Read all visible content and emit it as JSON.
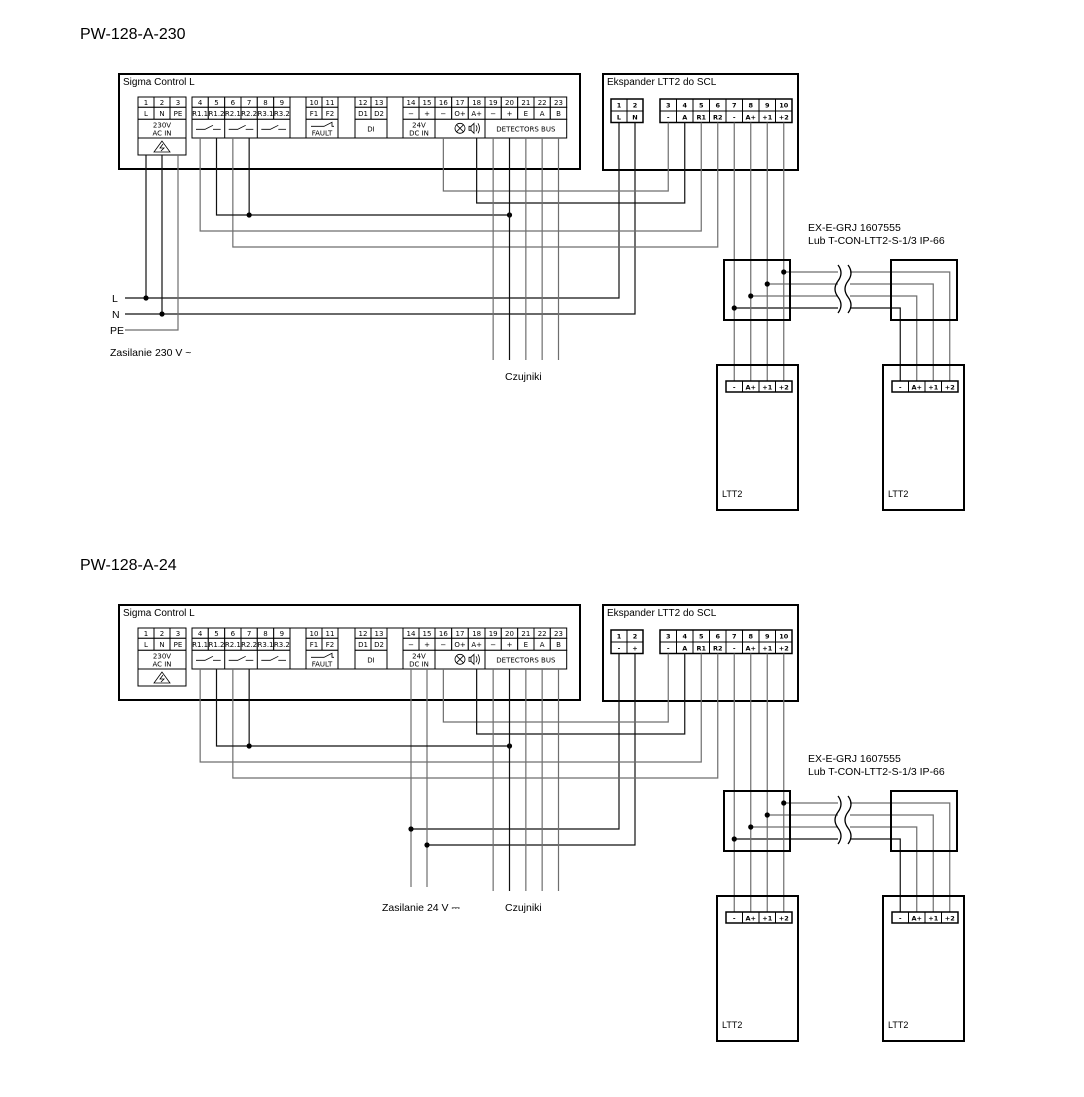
{
  "diagrams": [
    {
      "title": "PW-128-A-230",
      "controller": {
        "title": "Sigma Control L",
        "groups": [
          {
            "nums": [
              "1",
              "2",
              "3"
            ],
            "labels": [
              "L",
              "N",
              "PE"
            ],
            "caption": [
              "230V",
              "AC IN"
            ],
            "icon": "hazard-icon"
          },
          {
            "nums": [
              "4",
              "5",
              "6",
              "7",
              "8",
              "9"
            ],
            "labels": [
              "R1.1",
              "R1.2",
              "R2.1",
              "R2.2",
              "R3.1",
              "R3.2"
            ],
            "icon": "relay-contact-icon"
          },
          {
            "nums": [
              "10",
              "11"
            ],
            "labels": [
              "F1",
              "F2"
            ],
            "caption": [
              "FAULT"
            ],
            "icon": "nc-contact-icon"
          },
          {
            "nums": [
              "12",
              "13"
            ],
            "labels": [
              "D1",
              "D2"
            ],
            "caption": [
              "DI"
            ]
          },
          {
            "nums": [
              "14",
              "15"
            ],
            "labels": [
              "−",
              "+"
            ],
            "caption": [
              "24V",
              "DC IN"
            ]
          },
          {
            "nums": [
              "16",
              "17",
              "18"
            ],
            "labels": [
              "−",
              "O+",
              "A+"
            ],
            "icon": "lamp-speaker-icon"
          },
          {
            "nums": [
              "19",
              "20",
              "21",
              "22",
              "23"
            ],
            "labels": [
              "−",
              "+",
              "E",
              "A",
              "B"
            ],
            "caption": [
              "DETECTORS BUS"
            ]
          }
        ]
      },
      "expander": {
        "title": "Ekspander LTT2 do SCL",
        "power_terminals": [
          {
            "num": "1",
            "label": "L"
          },
          {
            "num": "2",
            "label": "N"
          }
        ],
        "bus_terminals": [
          {
            "num": "3",
            "label": "-"
          },
          {
            "num": "4",
            "label": "A"
          },
          {
            "num": "5",
            "label": "R1"
          },
          {
            "num": "6",
            "label": "R2"
          },
          {
            "num": "7",
            "label": "-"
          },
          {
            "num": "8",
            "label": "A+"
          },
          {
            "num": "9",
            "label": "+1"
          },
          {
            "num": "10",
            "label": "+2"
          }
        ]
      },
      "junction_label": [
        "EX-E-GRJ 1607555",
        "Lub T-CON-LTT2-S-1/3 IP-66"
      ],
      "ltt2": {
        "label": "LTT2",
        "terminals": [
          "-",
          "A+",
          "+1",
          "+2"
        ]
      },
      "mains_labels": [
        "L",
        "N",
        "PE"
      ],
      "supply_label": "Zasilanie 230 V ~",
      "sensors_label": "Czujniki"
    },
    {
      "title": "PW-128-A-24",
      "controller": {
        "title": "Sigma Control L",
        "groups": [
          {
            "nums": [
              "1",
              "2",
              "3"
            ],
            "labels": [
              "L",
              "N",
              "PE"
            ],
            "caption": [
              "230V",
              "AC IN"
            ],
            "icon": "hazard-icon"
          },
          {
            "nums": [
              "4",
              "5",
              "6",
              "7",
              "8",
              "9"
            ],
            "labels": [
              "R1.1",
              "R1.2",
              "R2.1",
              "R2.2",
              "R3.1",
              "R3.2"
            ],
            "icon": "relay-contact-icon"
          },
          {
            "nums": [
              "10",
              "11"
            ],
            "labels": [
              "F1",
              "F2"
            ],
            "caption": [
              "FAULT"
            ],
            "icon": "nc-contact-icon"
          },
          {
            "nums": [
              "12",
              "13"
            ],
            "labels": [
              "D1",
              "D2"
            ],
            "caption": [
              "DI"
            ]
          },
          {
            "nums": [
              "14",
              "15"
            ],
            "labels": [
              "−",
              "+"
            ],
            "caption": [
              "24V",
              "DC IN"
            ]
          },
          {
            "nums": [
              "16",
              "17",
              "18"
            ],
            "labels": [
              "−",
              "O+",
              "A+"
            ],
            "icon": "lamp-speaker-icon"
          },
          {
            "nums": [
              "19",
              "20",
              "21",
              "22",
              "23"
            ],
            "labels": [
              "−",
              "+",
              "E",
              "A",
              "B"
            ],
            "caption": [
              "DETECTORS BUS"
            ]
          }
        ]
      },
      "expander": {
        "title": "Ekspander LTT2 do SCL",
        "power_terminals": [
          {
            "num": "1",
            "label": "-"
          },
          {
            "num": "2",
            "label": "+"
          }
        ],
        "bus_terminals": [
          {
            "num": "3",
            "label": "-"
          },
          {
            "num": "4",
            "label": "A"
          },
          {
            "num": "5",
            "label": "R1"
          },
          {
            "num": "6",
            "label": "R2"
          },
          {
            "num": "7",
            "label": "-"
          },
          {
            "num": "8",
            "label": "A+"
          },
          {
            "num": "9",
            "label": "+1"
          },
          {
            "num": "10",
            "label": "+2"
          }
        ]
      },
      "junction_label": [
        "EX-E-GRJ 1607555",
        "Lub T-CON-LTT2-S-1/3 IP-66"
      ],
      "ltt2": {
        "label": "LTT2",
        "terminals": [
          "-",
          "A+",
          "+1",
          "+2"
        ]
      },
      "supply_label": "Zasilanie 24 V ⎓",
      "sensors_label": "Czujniki"
    }
  ]
}
